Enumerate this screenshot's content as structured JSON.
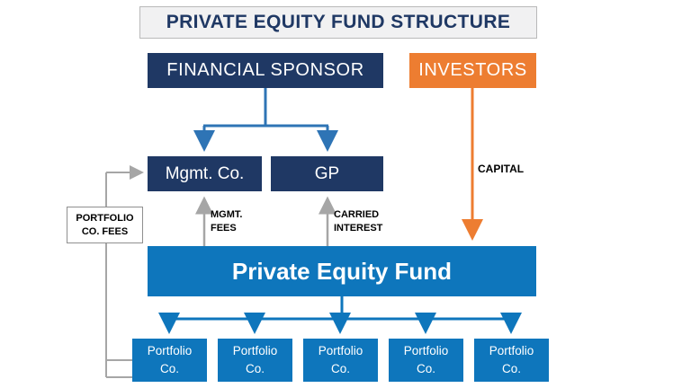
{
  "title": "PRIVATE EQUITY FUND STRUCTURE",
  "nodes": {
    "financial_sponsor": "FINANCIAL SPONSOR",
    "investors": "INVESTORS",
    "mgmt_co": "Mgmt. Co.",
    "gp": "GP",
    "pe_fund": "Private Equity Fund"
  },
  "portfolio_companies": [
    "Portfolio\nCo.",
    "Portfolio\nCo.",
    "Portfolio\nCo.",
    "Portfolio\nCo.",
    "Portfolio\nCo."
  ],
  "flow_labels": {
    "capital": "CAPITAL",
    "mgmt_fees": "MGMT.\nFEES",
    "carried_interest": "CARRIED\nINTEREST",
    "portfolio_co_fees": "PORTFOLIO\nCO. FEES"
  },
  "colors": {
    "navy": "#1f3864",
    "bright_blue": "#0e76bc",
    "tree_blue": "#2e74b5",
    "orange": "#ed7d31",
    "gray": "#a6a6a6",
    "title_bg": "#f1f1f2"
  }
}
